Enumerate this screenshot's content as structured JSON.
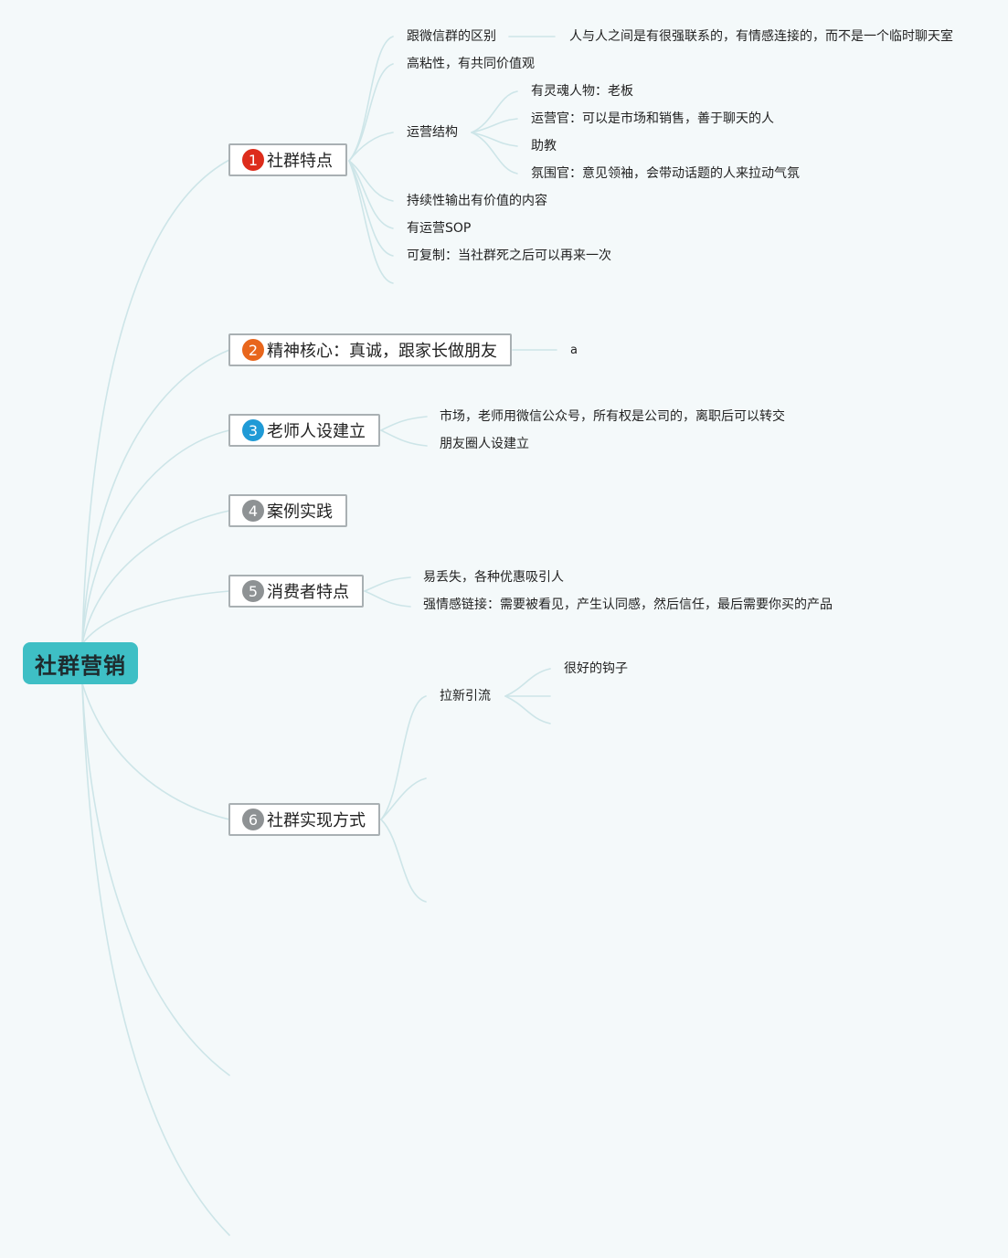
{
  "root": {
    "label": "社群营销"
  },
  "colors": {
    "background": "#f4f9fa",
    "root_fill": "#3ebfc5",
    "link": "#cde5e8",
    "badge_red": "#dd2c1b",
    "badge_orange": "#e8661c",
    "badge_blue": "#1f9ad6",
    "badge_gray": "#8e9294"
  },
  "topics": [
    {
      "number": "1",
      "label": "社群特点",
      "badge_color": "red",
      "children": [
        {
          "label": "跟微信群的区别",
          "children": [
            {
              "label": "人与人之间是有很强联系的，有情感连接的，而不是一个临时聊天室"
            }
          ]
        },
        {
          "label": "高粘性，有共同价值观"
        },
        {
          "label": "运营结构",
          "children": [
            {
              "label": "有灵魂人物：老板"
            },
            {
              "label": "运营官：可以是市场和销售，善于聊天的人"
            },
            {
              "label": "助教"
            },
            {
              "label": "氛围官：意见领袖，会带动话题的人来拉动气氛"
            }
          ]
        },
        {
          "label": "持续性输出有价值的内容"
        },
        {
          "label": "有运营SOP"
        },
        {
          "label": "可复制：当社群死之后可以再来一次"
        }
      ]
    },
    {
      "number": "2",
      "label": "精神核心：真诚，跟家长做朋友",
      "badge_color": "orange",
      "children": [
        {
          "label": "a"
        }
      ]
    },
    {
      "number": "3",
      "label": "老师人设建立",
      "badge_color": "blue",
      "children": [
        {
          "label": "市场，老师用微信公众号，所有权是公司的，离职后可以转交"
        },
        {
          "label": "朋友圈人设建立"
        }
      ]
    },
    {
      "number": "4",
      "label": "案例实践",
      "badge_color": "gray"
    },
    {
      "number": "5",
      "label": "消费者特点",
      "badge_color": "gray",
      "children": [
        {
          "label": "易丢失，各种优惠吸引人"
        },
        {
          "label": "强情感链接：需要被看见，产生认同感，然后信任，最后需要你买的产品"
        }
      ]
    },
    {
      "number": "6",
      "label": "社群实现方式",
      "badge_color": "gray",
      "children": [
        {
          "label": "拉新引流",
          "children": [
            {
              "label": "很好的钩子"
            }
          ]
        }
      ]
    }
  ]
}
